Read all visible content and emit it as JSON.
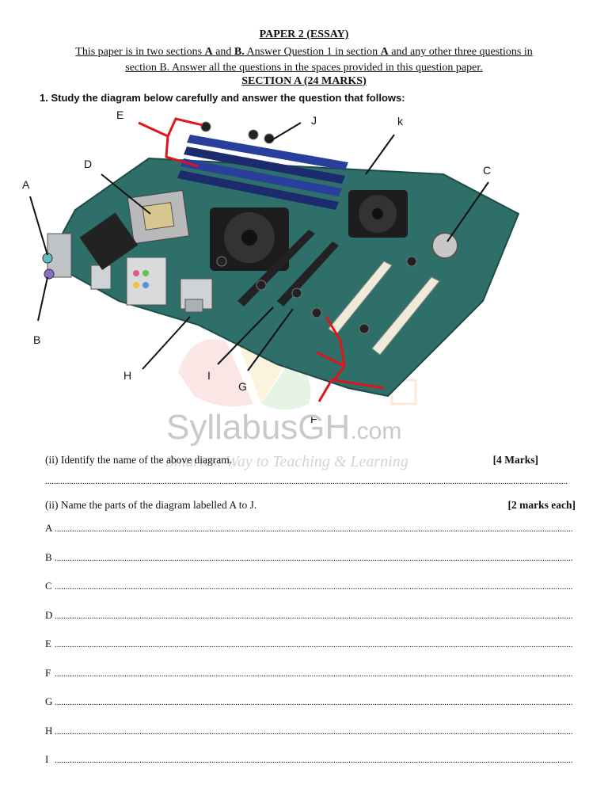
{
  "header": {
    "title": "PAPER 2 (ESSAY)",
    "instr_1": "This paper is in two sections",
    "instr_a": "A",
    "instr_and": "and",
    "instr_b": "B.",
    "instr_2": "Answer Question 1 in section",
    "instr_a2": "A",
    "instr_3": "and any other three questions in",
    "instr_line2": "section B. Answer all the questions in the spaces provided in this question paper.",
    "section": "SECTION A (24 MARKS)",
    "question_1": "1. Study the diagram below carefully and answer the question that follows:"
  },
  "diagram": {
    "labels": [
      "A",
      "B",
      "C",
      "D",
      "E",
      "F",
      "G",
      "H",
      "I",
      "J",
      "k"
    ]
  },
  "watermark": {
    "brand": "SyllabusGH",
    "domain": ".com",
    "tagline": "Smartest Way to Teaching & Learning"
  },
  "questions": {
    "q_i": "(ii) Identify the name of the above diagram.",
    "q_i_marks": "[4 Marks]",
    "q_ii": "(ii) Name the parts of the diagram labelled A to J.",
    "q_ii_marks": "[2 marks each]"
  },
  "answers": [
    {
      "key": "A"
    },
    {
      "key": "B"
    },
    {
      "key": "C"
    },
    {
      "key": "D"
    },
    {
      "key": "E"
    },
    {
      "key": "F"
    },
    {
      "key": "G"
    },
    {
      "key": "H"
    },
    {
      "key": "I"
    }
  ],
  "colors": {
    "board": "#2e6f6a",
    "pointer_red": "#e0151b",
    "ram_blue": "#2a3f9c"
  }
}
